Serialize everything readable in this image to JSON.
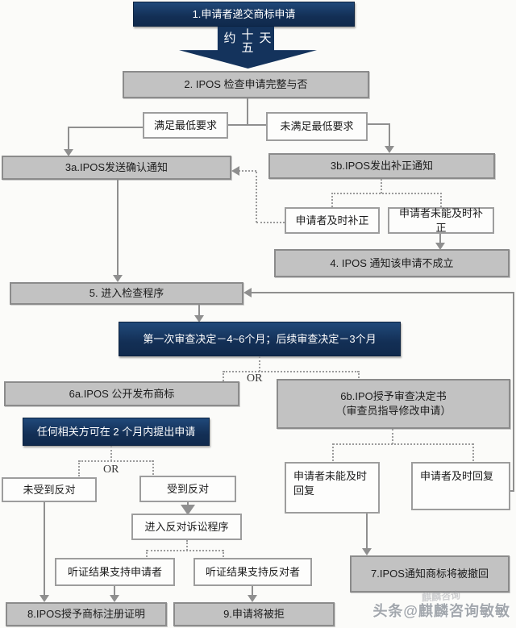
{
  "flow": {
    "step1": "1.申请者递交商标申请",
    "duration_label": {
      "prefix": "约",
      "num_top": "十",
      "num_bottom": "五",
      "suffix": "天"
    },
    "step2": "2. IPOS 检查申请完整与否",
    "meets_min": "满足最低要求",
    "not_meets_min": "未满足最低要求",
    "step3a": "3a.IPOS发送确认通知",
    "step3b": "3b.IPOS发出补正通知",
    "timely_correction": "申请者及时补正",
    "failed_correction": "申请者未能及时补正",
    "step4": "4. IPOS 通知该申请不成立",
    "step5": "5. 进入检查程序",
    "review_decision": "第一次审查决定－4~6个月；后续审查决定－3个月",
    "or_label_1": "OR",
    "step6a": "6a.IPOS 公开发布商标",
    "step6b_line1": "6b.IPO授予审查决定书",
    "step6b_line2": "（审查员指导修改申请）",
    "opposition_window": "任何相关方可在 2 个月内提出申请",
    "failed_reply": "申请者未能及时回复",
    "timely_reply": "申请者及时回复",
    "or_label_2": "OR",
    "no_opposition": "未受到反对",
    "opposed": "受到反对",
    "opposition_proceedings": "进入反对诉讼程序",
    "hearing_for_applicant": "听证结果支持申请者",
    "hearing_for_opponent": "听证结果支持反对者",
    "step7": "7.IPOS通知商标将被撤回",
    "step8": "8.IPOS授予商标注册证明",
    "step9": "9.申请将被拒"
  },
  "watermark": {
    "main": "头条@麒麟咨询敏敏",
    "faint": "麒麟咨询"
  },
  "colors": {
    "navy": "#14335c",
    "gray_fill": "#c2c2c2",
    "line": "#8f8f8f"
  }
}
